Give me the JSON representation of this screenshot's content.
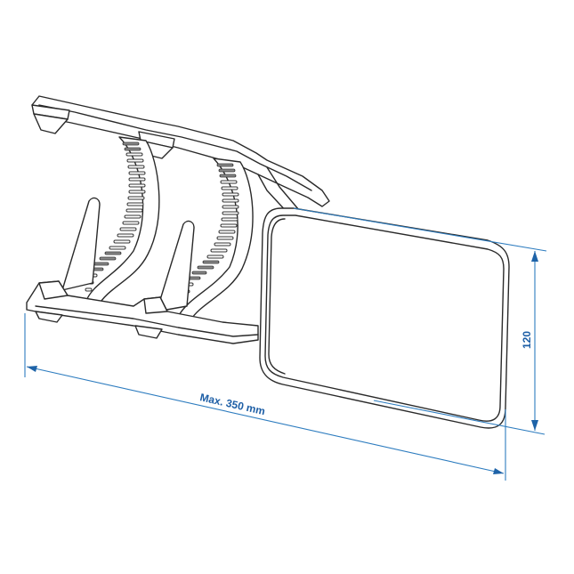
{
  "figure": {
    "subject": "Caravan towing mirror with strap mounts",
    "dimensions": {
      "width_label": "Max. 350 mm",
      "height_label": "120"
    },
    "colors": {
      "line": "#2a2a2a",
      "dimension_line": "#2d7cbf",
      "dimension_text": "#1e5fa6",
      "background": "#ffffff"
    }
  }
}
